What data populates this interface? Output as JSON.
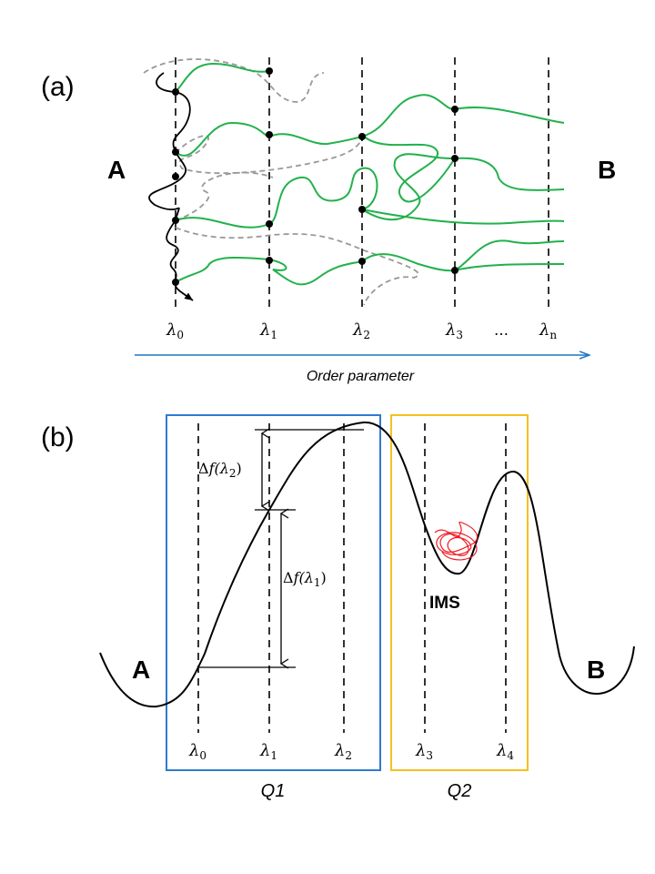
{
  "panel_a": {
    "label": "(a)",
    "state_a": "A",
    "state_b": "B",
    "interface_labels": [
      {
        "sym": "λ",
        "sub": "0"
      },
      {
        "sym": "λ",
        "sub": "1"
      },
      {
        "sym": "λ",
        "sub": "2"
      },
      {
        "sym": "λ",
        "sub": "3"
      },
      {
        "sym": "λ",
        "sub": "n"
      }
    ],
    "ellipsis": "…",
    "axis_label": "Order parameter",
    "colors": {
      "accepted_path": "#22b14c",
      "rejected_path": "#999999",
      "initial_path": "#000000",
      "axis_arrow": "#1f77c4"
    }
  },
  "panel_b": {
    "label": "(b)",
    "state_a": "A",
    "state_b": "B",
    "interface_labels": [
      {
        "sym": "λ",
        "sub": "0"
      },
      {
        "sym": "λ",
        "sub": "1"
      },
      {
        "sym": "λ",
        "sub": "2"
      },
      {
        "sym": "λ",
        "sub": "3"
      },
      {
        "sym": "λ",
        "sub": "4"
      }
    ],
    "delta_f2": {
      "pre": "Δ",
      "f": "f",
      "open": "(λ",
      "sub": "2",
      "close": ")"
    },
    "delta_f1": {
      "pre": "Δ",
      "f": "f",
      "open": "(λ",
      "sub": "1",
      "close": ")"
    },
    "ims_label": "IMS",
    "box_q1": "Q1",
    "box_q2": "Q2",
    "colors": {
      "box_q1": "#2e7bcf",
      "box_q2": "#f5c020",
      "trajectory": "#ee1c24"
    }
  }
}
